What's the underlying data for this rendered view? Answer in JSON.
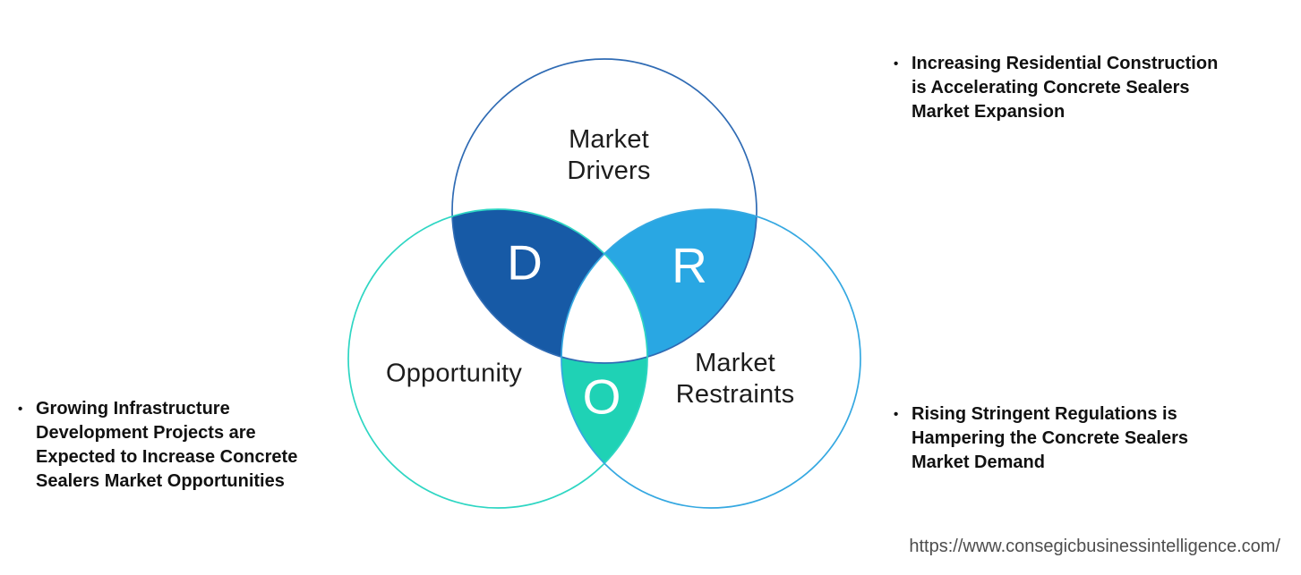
{
  "colors": {
    "drivers_stroke": "#2F6BB4",
    "opportunity_stroke": "#2ED6C3",
    "restraints_stroke": "#35A8E1",
    "d_fill": "#175AA6",
    "r_fill": "#29A7E3",
    "o_fill": "#1FD2B5",
    "center_fill": "#FFFFFF",
    "label_text": "#1D1D1D",
    "letter_text": "#FFFFFF",
    "bullet_text": "#111111",
    "url_text": "#4D4D4D"
  },
  "venn": {
    "drivers_label": "Market\nDrivers",
    "opportunity_label": "Opportunity",
    "restraints_label": "Market\nRestraints",
    "drivers_letter": "D",
    "restraints_letter": "R",
    "opportunity_letter": "O"
  },
  "bullets": {
    "marker": "•",
    "drivers": "Increasing Residential Construction\nis Accelerating Concrete Sealers\nMarket Expansion",
    "opportunity": "Growing Infrastructure\nDevelopment Projects are\nExpected to Increase Concrete\nSealers Market Opportunities",
    "restraints": "Rising Stringent Regulations is\nHampering the Concrete Sealers\nMarket Demand"
  },
  "footer": {
    "url": "https://www.consegicbusinessintelligence.com/"
  }
}
